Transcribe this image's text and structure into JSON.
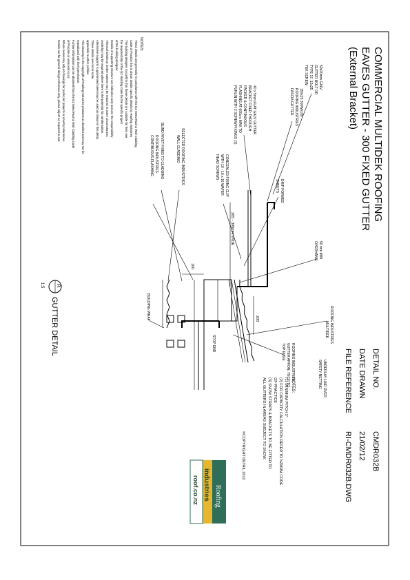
{
  "title": {
    "line1": "COMMERCIAL MULTIDEK ROOFING",
    "line2": "EAVES GUTTER - 300 FIXED GUTTER",
    "line3": "(External Bracket)"
  },
  "title_block": {
    "detail_no_label": "DETAIL NO.",
    "detail_no_value": "CMDR032B",
    "date_label": "DATE DRAWN",
    "date_value": "21/02/12",
    "file_label": "FILE REFERENCE",
    "file_value": "RI-CMDR032B.DWG",
    "copyright": "©COPYRIGHT DETAIL 2012"
  },
  "logo": {
    "top": "Roofing",
    "middle": "industries",
    "bottom": "roof.co.nz"
  },
  "notes_general": {
    "heading": "NOTES:",
    "lines": [
      "These details are generally in compliance with the NZ Metal Roof & Wall Cladding",
      "Code of Practice this is drawn details specific details by Roofing Industries",
      "The building designer to confirm that these details are suitable for their use",
      "the responsibility of the NZ Building Code for the specific project.",
      "of the building designer.",
      "Details of supporting structure are indicative only and are the responsibility",
      "Thermal breaks or timber battens may be required in some circumstances.",
      "Underlay may be required where there is the potential for condensation.",
      "Alternative supports to galvanised steel may be used as shown in this detail.",
      "These details are not to scale.",
      "applicable to other profiles.",
      "This drawing is the copyright of Roofing Industries products as detailed and may not be",
      "reproduced with their permission.",
      "Further information can be obtained from the NZ Metal Roof & Wall Cladding Code",
      "of Practice or www.roof.co.nz.",
      "Where necessary adjust drawings for particular projects or country tolerances.",
      "Details are for general design reference only, please adjust as required to suit."
    ]
  },
  "notes_detail": {
    "heading": "NOTES:",
    "lines": [
      "(1) MINIMUM PITCH 3°",
      "(2) FOR CAPACITY CALCULATION REFER TO NZMRM CODE",
      "     OF PRACTICE",
      "(3) SNOW STRAPS & BRACKETS TO BE FITTED TO",
      "     ALL GUTTERS IN AREAS SUBJECT TO SNOW."
    ]
  },
  "labels": {
    "bracket_screw": [
      "50x20mm GALV",
      "GUTTER BOLT OR",
      "TYPE 17, 12x25",
      "TEK SCREW"
    ],
    "fascia_gutter": [
      "150x25 300Wx100",
      "ROOFING INDUSTRIES",
      "FASCIA GUTTER"
    ],
    "flat_strap": [
      "40 x 5mm FLAT GALV GUTTER",
      "BRACKET FIXED THROUGH",
      "PACKER & CONTINUOUS",
      "FLASHING AT 600crs MAX TO",
      "PURLIN WITH 2 SCREW FIXINGS (3)"
    ],
    "fixing_clip": [
      "CONCEALED FIXING CLIP",
      "WITH 10 - 16 x 16 WAFER",
      "HEAD SCREWS"
    ],
    "drip_former": [
      "DRIP FORMED",
      "SHEETS"
    ],
    "overhang": [
      "50 mm MIN",
      "OVERHANG"
    ],
    "multidek": [
      "ROOFING INDUSTRIES",
      "MULTIDEK"
    ],
    "gutter_width": "285 - 300mm WIDE",
    "wall_cladding": [
      "SELECTED ROOFING INDUSTRIES",
      "WALL CLADDING"
    ],
    "blind_rivet": [
      "BLIND RIVET FIXED TO CLADDING"
    ],
    "flashing": [
      "ROOFING INDUSTRIES",
      "CONTINUOUS FLASHING"
    ],
    "dim_100": "100",
    "dim_200": "200",
    "stop_end": "STOP END",
    "building_wrap": "BUILDING WRAP",
    "fixed_gutter_note": [
      "ROOFING INDUSTRIES",
      "GUTTER APRON, TECH TO",
      "TOP EDGE"
    ],
    "underlay": [
      "UNDERLAY LAID OVER",
      "SAFETY NETTING"
    ]
  },
  "section_marker": {
    "letter": "A",
    "scale": "1:5",
    "title": "GUTTER DETAIL"
  }
}
